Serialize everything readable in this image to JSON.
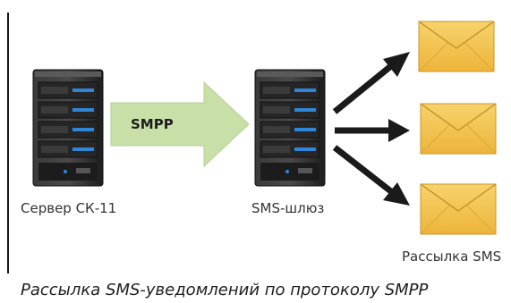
{
  "nodes": {
    "server": {
      "label": "Сервер СК-11",
      "icon": "server-icon"
    },
    "gateway": {
      "label": "SMS-шлюз",
      "icon": "server-icon"
    },
    "recipients": {
      "label": "Рассылка SMS",
      "icon": "envelope-icon"
    }
  },
  "connection": {
    "label": "SMPP"
  },
  "caption": "Рассылка SMS-уведомлений по протоколу SMPP",
  "colors": {
    "server_body": "#2a2a2a",
    "server_led": "#2f86d6",
    "protocol_arrow": "#c9dfa8",
    "envelope": "#f2c24e",
    "arrow": "#1a1a1a"
  }
}
